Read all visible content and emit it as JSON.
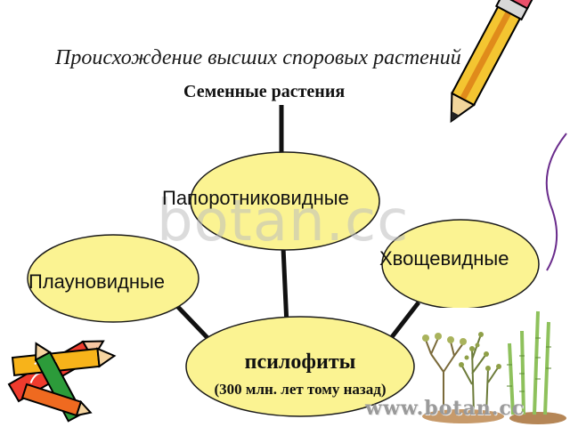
{
  "title": "Происхождение высших споровых растений",
  "top_label": "Семенные растения",
  "nodes": {
    "fern": "Папоротниковидные",
    "lycopod": "Плауновидные",
    "horsetail": "Хвощевидные",
    "psilophyte_name": "псилофиты",
    "psilophyte_age": "(300 млн. лет тому назад)"
  },
  "watermark": "botan.cc",
  "watermark_url": "www.botan.cc",
  "colors": {
    "ellipse_fill": "#fbf392",
    "ellipse_stroke": "#1a1a1a",
    "connector": "#111111"
  },
  "icons": [
    "pencil-icon",
    "crayons-icon",
    "plants-illustration"
  ]
}
